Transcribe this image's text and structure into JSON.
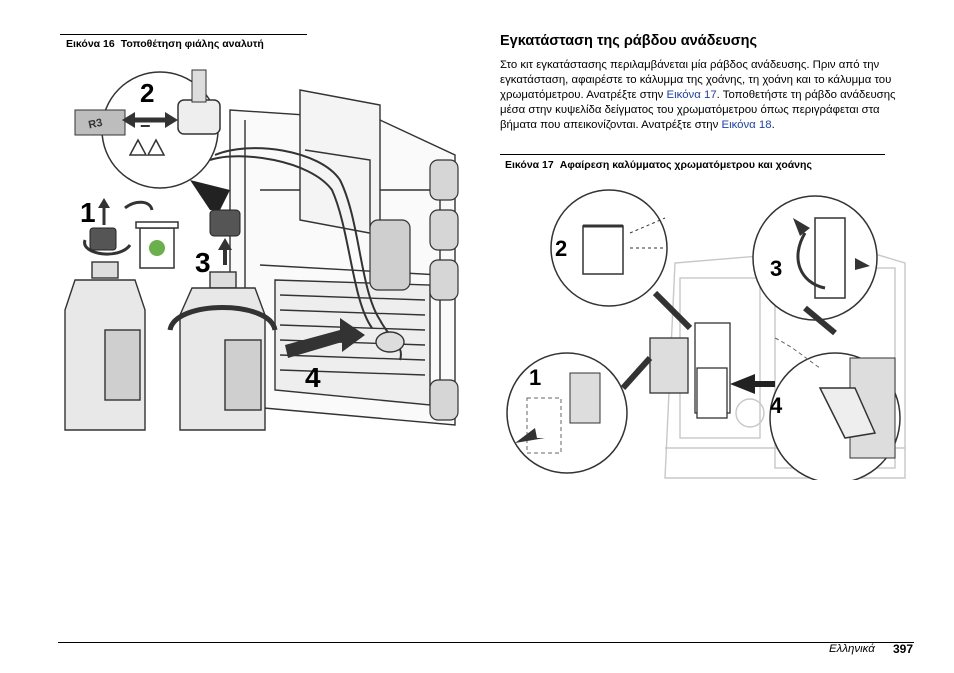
{
  "figure16": {
    "number": "Εικόνα 16",
    "title": "Τοποθέτηση φιάλης αναλυτή",
    "steps": [
      "1",
      "2",
      "3",
      "4"
    ],
    "bottle_label": "R3"
  },
  "section": {
    "title": "Εγκατάσταση της ράβδου ανάδευσης",
    "para_part1": "Στο κιτ εγκατάστασης περιλαμβάνεται μία ράβδος ανάδευσης. Πριν από την εγκατάσταση, αφαιρέστε το κάλυμμα της χοάνης, τη χοάνη και το κάλυμμα του χρωματόμετρου. Ανατρέξτε στην ",
    "link1": "Εικόνα 17",
    "para_part2": ". Τοποθετήστε τη ράβδο ανάδευσης μέσα στην κυψελίδα δείγματος του χρωματόμετρου όπως περιγράφεται στα βήματα που απεικονίζονται. Ανατρέξτε στην ",
    "link2": "Εικόνα 18",
    "para_part3": "."
  },
  "figure17": {
    "number": "Εικόνα 17",
    "title": "Αφαίρεση καλύμματος χρωματόμετρου και χοάνης",
    "steps": [
      "1",
      "2",
      "3",
      "4"
    ]
  },
  "footer": {
    "language": "Ελληνικά",
    "page": "397"
  },
  "colors": {
    "link": "#1a3fb8",
    "illustration_gray": "#cfcfcf",
    "dark_gray": "#555555"
  }
}
